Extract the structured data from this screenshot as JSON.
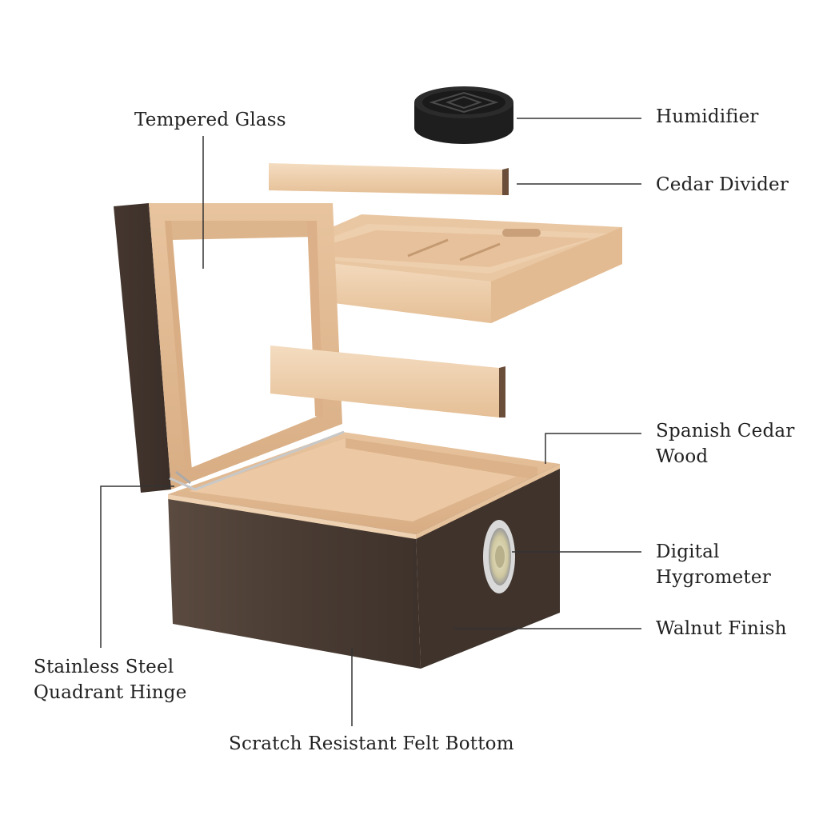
{
  "colors": {
    "background": "#ffffff",
    "leader_line": "#333333",
    "label_text": "#222222",
    "walnut": "#4a3c33",
    "cedar_light": "#f1d3b3",
    "cedar_mid": "#e2b98e"
  },
  "labels": {
    "tempered_glass": "Tempered Glass",
    "humidifier": "Humidifier",
    "cedar_divider": "Cedar Divider",
    "spanish_cedar_line1": "Spanish Cedar",
    "spanish_cedar_line2": "Wood",
    "digital_line1": "Digital",
    "digital_line2": "Hygrometer",
    "walnut_finish": "Walnut Finish",
    "hinge_line1": "Stainless Steel",
    "hinge_line2": "Quadrant Hinge",
    "felt_bottom": "Scratch Resistant Felt Bottom"
  }
}
